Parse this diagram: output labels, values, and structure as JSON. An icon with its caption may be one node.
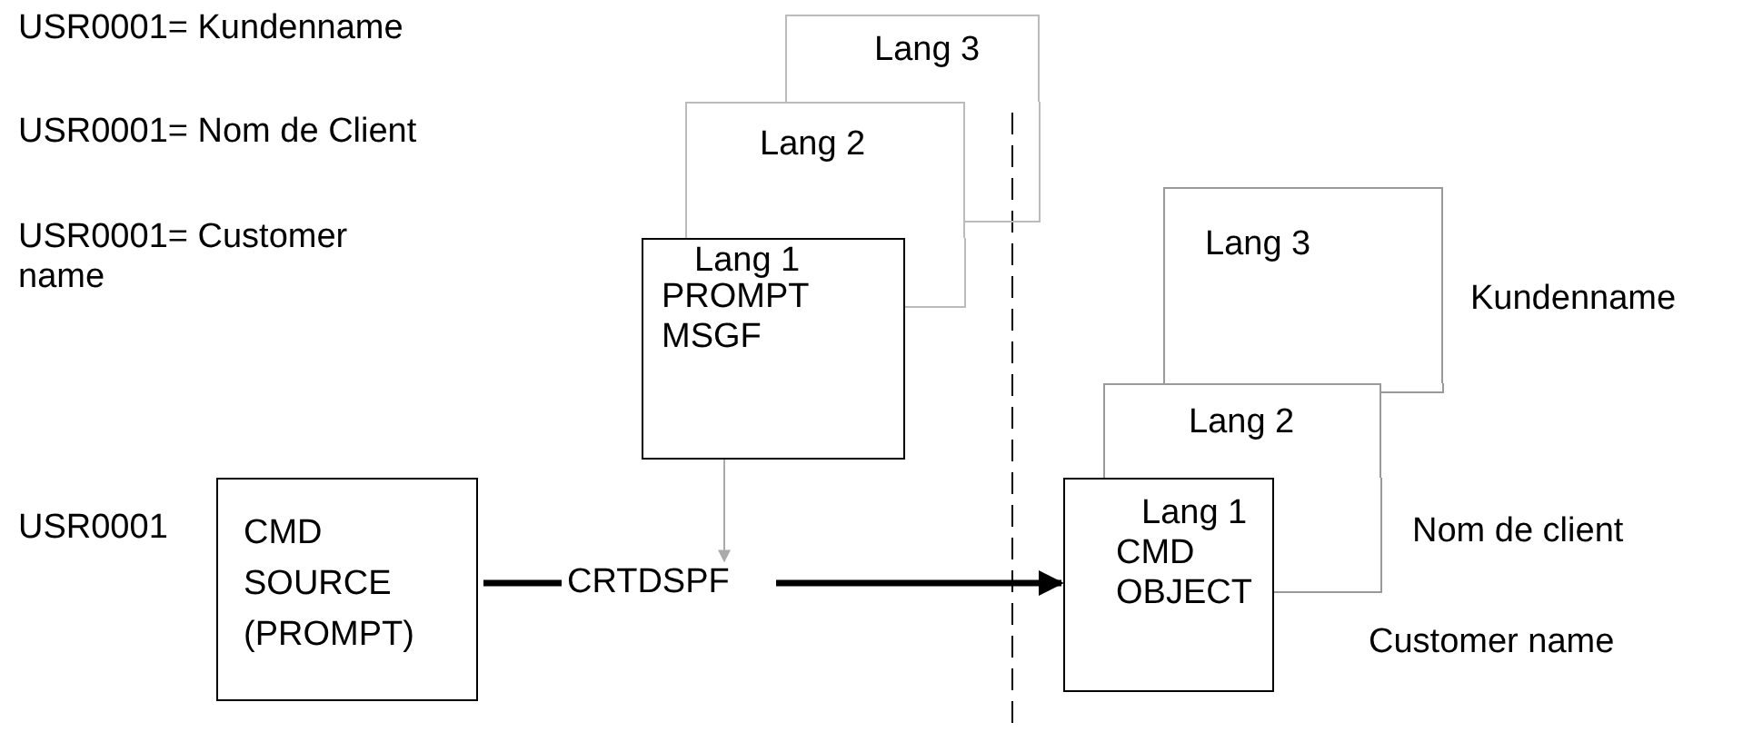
{
  "diagram": {
    "nodes": [
      {
        "text": [
          "Lang  3"
        ]
      },
      {
        "text": [
          "Lang 2"
        ]
      },
      {
        "text": [
          "Lang 1",
          "PROMPT MSGF"
        ]
      },
      {
        "text": [
          "CMD SOURCE (PROMPT)"
        ],
        "beside": [
          "USR0001"
        ]
      },
      {
        "text": [
          "CRTDSPF"
        ]
      },
      {
        "text": [
          "Lang  3"
        ],
        "beside": [
          "Kundenname"
        ]
      },
      {
        "text": [
          "Lang  2"
        ],
        "beside": [
          "Nom de client"
        ]
      },
      {
        "text": [
          "Lang 1",
          "CMD OBJECT"
        ],
        "beside": [
          "Customer name"
        ]
      }
    ],
    "edges": [
      {
        "from": 2,
        "to": 4,
        "arrow": "to",
        "color": "#aaaaaa"
      },
      {
        "from": 3,
        "to": 4,
        "arrow": "none"
      },
      {
        "from": 4,
        "to": 7,
        "arrow": "to"
      }
    ],
    "labels": [
      "USR0001= Kundenname",
      "USR0001= Nom de Client",
      "USR0001= Customer name"
    ]
  }
}
